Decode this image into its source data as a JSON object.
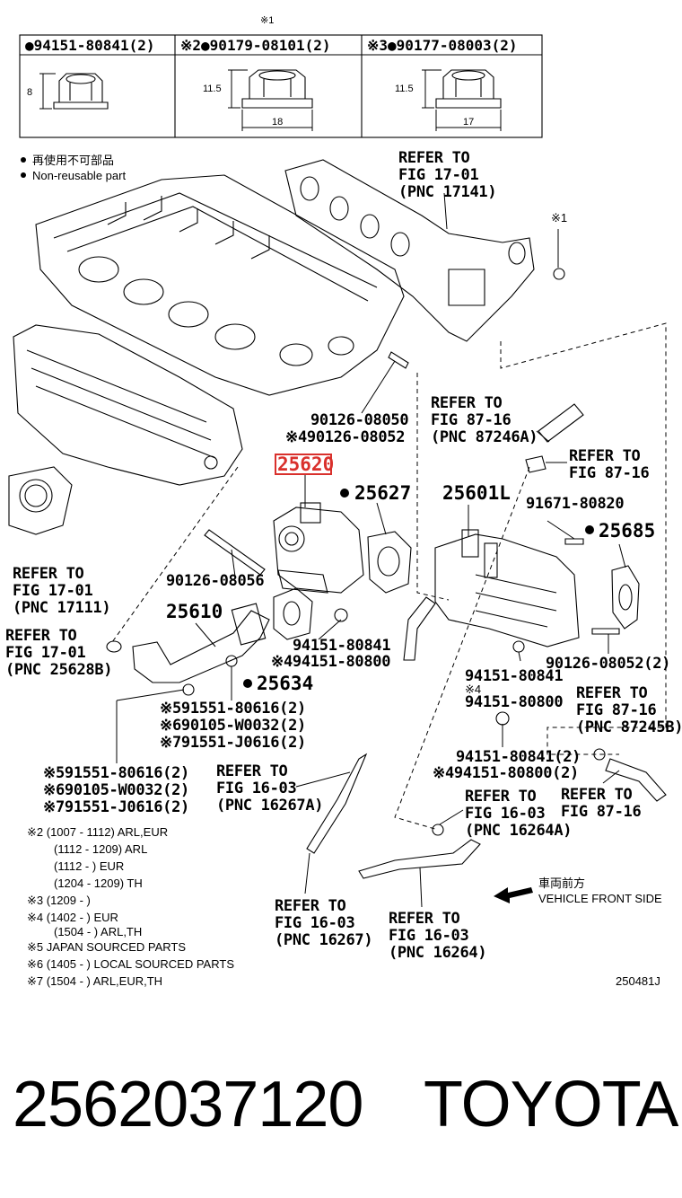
{
  "table": {
    "star_mark": "※1",
    "headers": [
      {
        "mark": "●",
        "part": "94151-80841(2)"
      },
      {
        "mark": "※2●",
        "part": "90179-08101(2)"
      },
      {
        "mark": "※3●",
        "part": "90177-08003(2)"
      }
    ],
    "dims": [
      {
        "height": "8",
        "width": ""
      },
      {
        "height": "11.5",
        "width": "18"
      },
      {
        "height": "11.5",
        "width": "17"
      }
    ]
  },
  "legend": {
    "jp": "再使用不可部品",
    "en": "Non-reusable part"
  },
  "labels": {
    "refer_17_01_a": [
      "REFER TO",
      "FIG 17-01",
      "(PNC 17141)"
    ],
    "star1_right": "※1",
    "p90126_08050": "90126-08050",
    "p4_90126_08052": "※490126-08052",
    "refer_87_16_a": [
      "REFER TO",
      "FIG 87-16",
      "(PNC 87246A)"
    ],
    "refer_87_16_b": [
      "REFER TO",
      "FIG 87-16"
    ],
    "p25620": "25620",
    "p25627": "25627",
    "p25601L": "25601L",
    "p91671": "91671-80820",
    "p25685": "25685",
    "refer_17_01_b": [
      "REFER TO",
      "FIG 17-01",
      "(PNC 17111)"
    ],
    "p90126_08056": "90126-08056",
    "p25610": "25610",
    "refer_17_01_c": [
      "REFER TO",
      "FIG 17-01",
      "(PNC 25628B)"
    ],
    "p94151_a": "94151-80841",
    "p4_94151_a": "※494151-80800",
    "p25634": "25634",
    "p90126_08052_2": "90126-08052(2)",
    "p94151_b": "94151-80841",
    "p4_b": "※4",
    "p94151_80800_b": "94151-80800",
    "refer_87_16_c": [
      "REFER TO",
      "FIG 87-16",
      "(PNC 87245B)"
    ],
    "p5_91551_center": "※591551-80616(2)",
    "p6_90105_center": "※690105-W0032(2)",
    "p7_91551_center": "※791551-J0616(2)",
    "p94151_c": "94151-80841(2)",
    "p4_94151_c": "※494151-80800(2)",
    "p5_91551_left": "※591551-80616(2)",
    "p6_90105_left": "※690105-W0032(2)",
    "p7_91551_left": "※791551-J0616(2)",
    "refer_16_03_a": [
      "REFER TO",
      "FIG 16-03",
      "(PNC 16267A)"
    ],
    "refer_16_03_b": [
      "REFER TO",
      "FIG 16-03",
      "(PNC 16264A)"
    ],
    "refer_87_16_d": [
      "REFER TO",
      "FIG 87-16"
    ],
    "refer_16_03_c": [
      "REFER TO",
      "FIG 16-03",
      "(PNC 16267)"
    ],
    "refer_16_03_d": [
      "REFER TO",
      "FIG 16-03",
      "(PNC 16264)"
    ],
    "vehicle_front_jp": "車両前方",
    "vehicle_front_en": "VEHICLE FRONT SIDE",
    "diagram_id": "250481J"
  },
  "notes": [
    "※2 (1007 - 1112) ARL,EUR",
    "(1112 - 1209) ARL",
    "(1112 -        ) EUR",
    "(1204 - 1209) TH",
    "※3 (1209 -        )",
    "※4 (1402 -        ) EUR",
    "(1504 -        ) ARL,TH",
    "※5 JAPAN SOURCED PARTS",
    "※6 (1405 -        ) LOCAL SOURCED PARTS",
    "※7 (1504 -        ) ARL,EUR,TH"
  ],
  "footer": {
    "part_number": "2562037120",
    "brand": "TOYOTA"
  },
  "colors": {
    "highlight_box": "#d9302c",
    "ink": "#000000"
  }
}
